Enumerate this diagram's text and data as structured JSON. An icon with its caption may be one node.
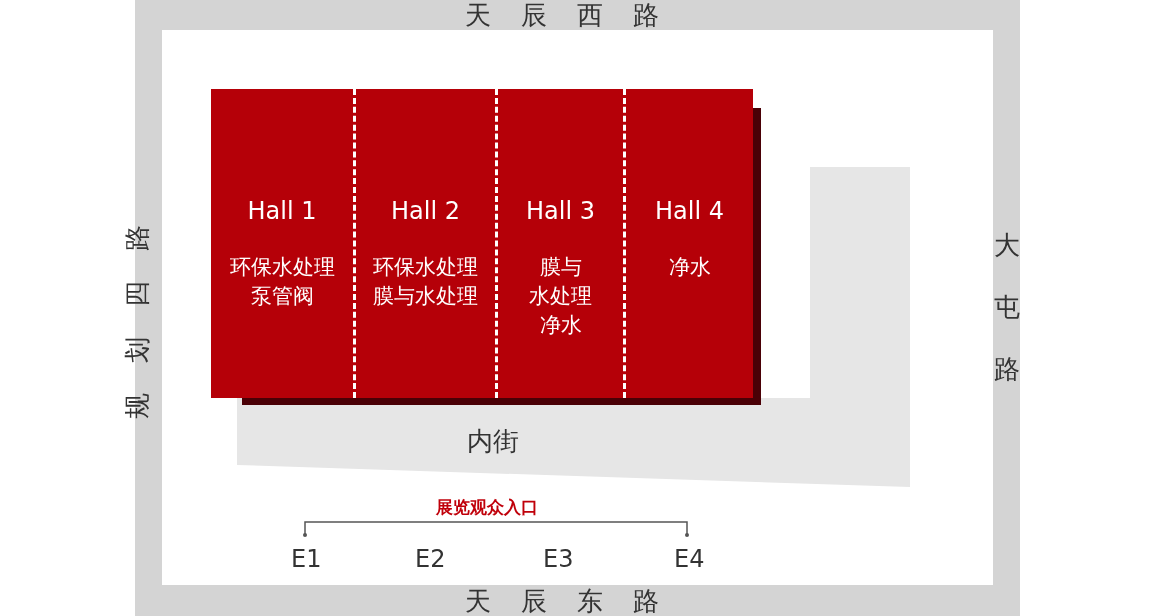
{
  "diagram": {
    "nodes": [
      {
        "text": [
          "天辰西路"
        ]
      },
      {
        "text": [
          "规划四路"
        ]
      },
      {
        "text": [
          "大屯路"
        ]
      },
      {
        "text": [
          "天辰东路"
        ]
      },
      {
        "text": [
          "Hall 1",
          "环保水处理泵管阀"
        ]
      },
      {
        "text": [
          "Hall 2",
          "环保水处理膜与水处理"
        ]
      },
      {
        "text": [
          "Hall 3",
          "膜与水处理净水"
        ]
      },
      {
        "text": [
          "Hall 4",
          "净水"
        ]
      },
      {
        "text": [
          "内街"
        ]
      }
    ],
    "labels": [
      "展览观众入口",
      "E1",
      "E2",
      "E3",
      "E4"
    ]
  }
}
